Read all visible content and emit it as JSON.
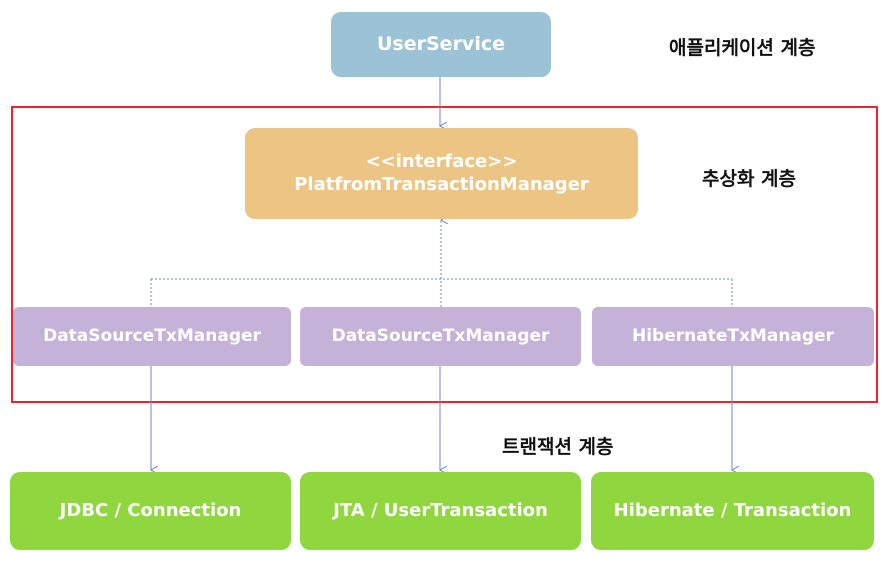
{
  "diagram": {
    "layers": {
      "application": "애플리케이션 계층",
      "abstraction": "추상화 계층",
      "transaction": "트랜잭션 계층"
    },
    "user_service": {
      "label": "UserService"
    },
    "interface_box": {
      "stereotype": "<<interface>>",
      "name": "PlatfromTransactionManager"
    },
    "managers": [
      {
        "label": "DataSourceTxManager"
      },
      {
        "label": "DataSourceTxManager"
      },
      {
        "label": "HibernateTxManager"
      }
    ],
    "technologies": [
      {
        "label": "JDBC / Connection"
      },
      {
        "label": "JTA / UserTransaction"
      },
      {
        "label": "Hibernate / Transaction"
      }
    ],
    "colors": {
      "application_box": "#9cc3d5",
      "interface_box": "#ecc585",
      "manager_box": "#c5b2d8",
      "technology_box": "#8fd63f",
      "frame_border": "#e8262b",
      "connector": "#6f86c9"
    }
  }
}
